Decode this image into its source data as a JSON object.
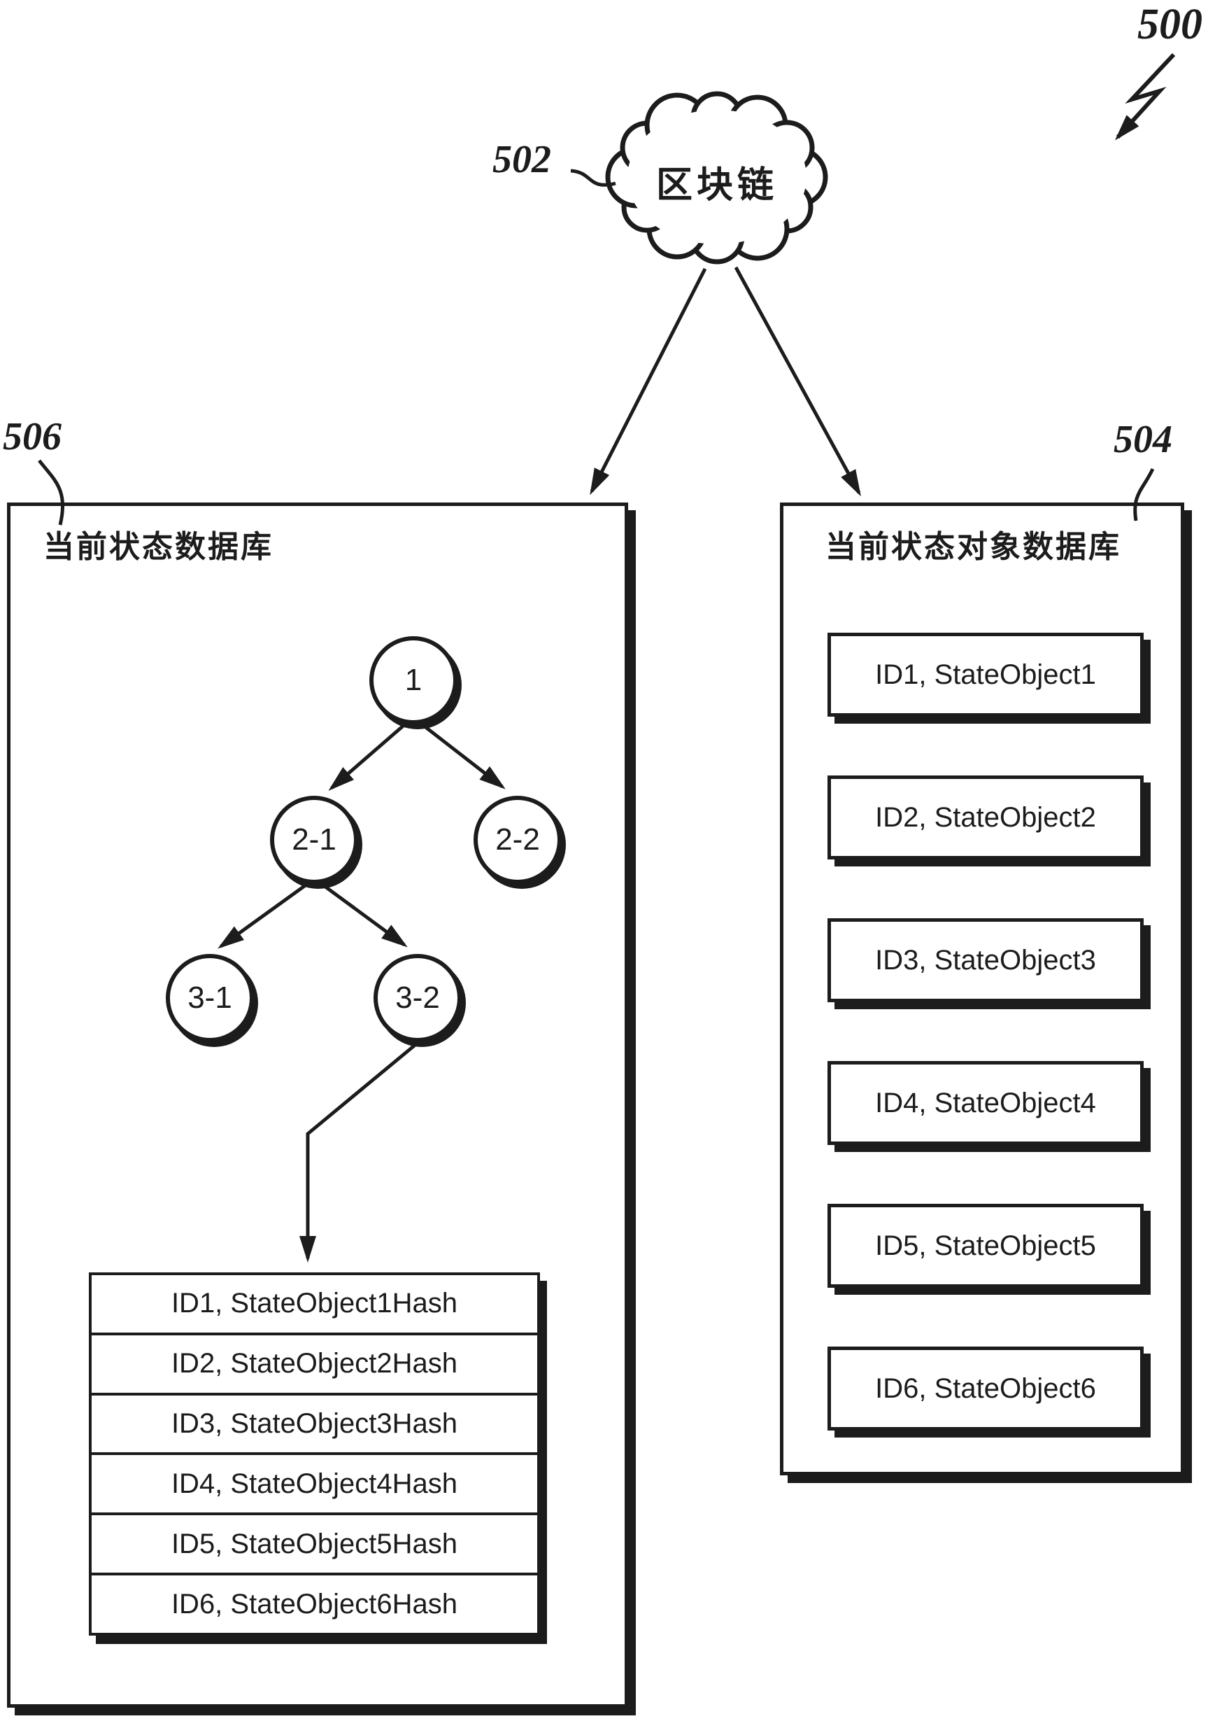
{
  "figure": {
    "reference_number": "500",
    "cloud": {
      "reference_number": "502",
      "label": "区块链"
    },
    "left_panel": {
      "reference_number": "506",
      "title": "当前状态数据库",
      "tree_nodes": [
        "1",
        "2-1",
        "2-2",
        "3-1",
        "3-2"
      ],
      "hash_table_rows": [
        "ID1, StateObject1Hash",
        "ID2, StateObject2Hash",
        "ID3, StateObject3Hash",
        "ID4, StateObject4Hash",
        "ID5, StateObject5Hash",
        "ID6, StateObject6Hash"
      ]
    },
    "right_panel": {
      "reference_number": "504",
      "title": "当前状态对象数据库",
      "entries": [
        "ID1, StateObject1",
        "ID2, StateObject2",
        "ID3, StateObject3",
        "ID4, StateObject4",
        "ID5, StateObject5",
        "ID6, StateObject6"
      ]
    },
    "colors": {
      "ink": "#1c1c1c",
      "paper": "#ffffff"
    }
  }
}
